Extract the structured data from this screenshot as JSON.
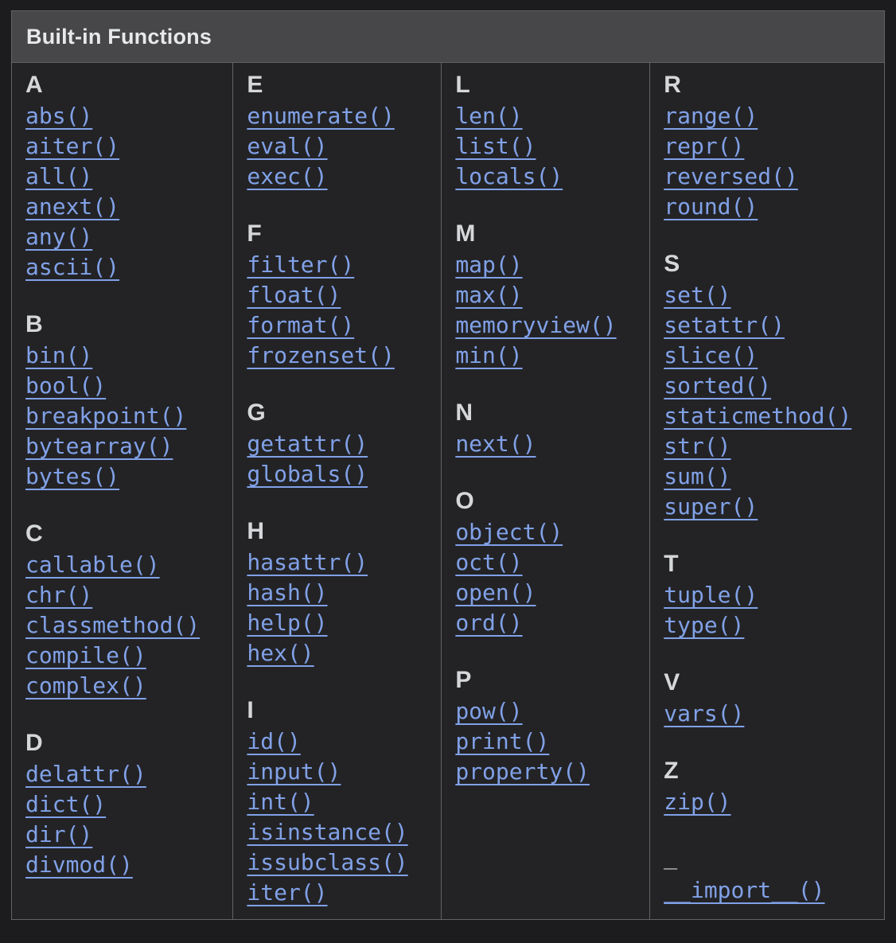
{
  "title": "Built-in Functions",
  "colors": {
    "page_bg": "#1c1c1e",
    "panel_bg": "#232326",
    "header_bg": "#47474a",
    "border": "#636365",
    "link": "#81a1e7",
    "letter_text": "#d5d7d9",
    "title_text": "#e7e9eb"
  },
  "columns": [
    {
      "sections": [
        {
          "letter": "A",
          "items": [
            "abs()",
            "aiter()",
            "all()",
            "anext()",
            "any()",
            "ascii()"
          ]
        },
        {
          "letter": "B",
          "items": [
            "bin()",
            "bool()",
            "breakpoint()",
            "bytearray()",
            "bytes()"
          ]
        },
        {
          "letter": "C",
          "items": [
            "callable()",
            "chr()",
            "classmethod()",
            "compile()",
            "complex()"
          ]
        },
        {
          "letter": "D",
          "items": [
            "delattr()",
            "dict()",
            "dir()",
            "divmod()"
          ]
        }
      ]
    },
    {
      "sections": [
        {
          "letter": "E",
          "items": [
            "enumerate()",
            "eval()",
            "exec()"
          ]
        },
        {
          "letter": "F",
          "items": [
            "filter()",
            "float()",
            "format()",
            "frozenset()"
          ]
        },
        {
          "letter": "G",
          "items": [
            "getattr()",
            "globals()"
          ]
        },
        {
          "letter": "H",
          "items": [
            "hasattr()",
            "hash()",
            "help()",
            "hex()"
          ]
        },
        {
          "letter": "I",
          "items": [
            "id()",
            "input()",
            "int()",
            "isinstance()",
            "issubclass()",
            "iter()"
          ]
        }
      ]
    },
    {
      "sections": [
        {
          "letter": "L",
          "items": [
            "len()",
            "list()",
            "locals()"
          ]
        },
        {
          "letter": "M",
          "items": [
            "map()",
            "max()",
            "memoryview()",
            "min()"
          ]
        },
        {
          "letter": "N",
          "items": [
            "next()"
          ]
        },
        {
          "letter": "O",
          "items": [
            "object()",
            "oct()",
            "open()",
            "ord()"
          ]
        },
        {
          "letter": "P",
          "items": [
            "pow()",
            "print()",
            "property()"
          ]
        }
      ]
    },
    {
      "sections": [
        {
          "letter": "R",
          "items": [
            "range()",
            "repr()",
            "reversed()",
            "round()"
          ]
        },
        {
          "letter": "S",
          "items": [
            "set()",
            "setattr()",
            "slice()",
            "sorted()",
            "staticmethod()",
            "str()",
            "sum()",
            "super()"
          ]
        },
        {
          "letter": "T",
          "items": [
            "tuple()",
            "type()"
          ]
        },
        {
          "letter": "V",
          "items": [
            "vars()"
          ]
        },
        {
          "letter": "Z",
          "items": [
            "zip()"
          ]
        },
        {
          "letter": "_",
          "items": [
            "__import__()"
          ]
        }
      ]
    }
  ]
}
